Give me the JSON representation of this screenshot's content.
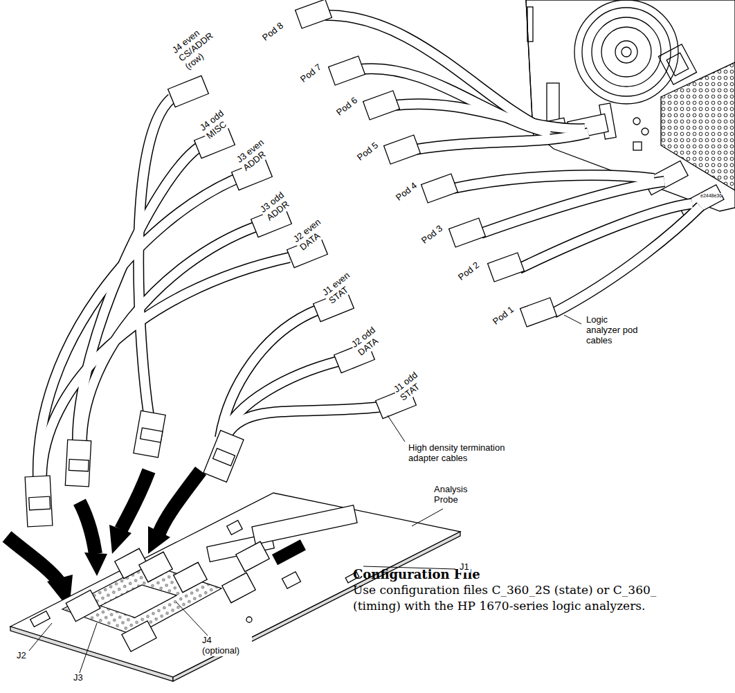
{
  "diagram": {
    "title": "Configuration File",
    "labels": [
      "Pod 8",
      "Pod 7",
      "Pod 6",
      "Pod 5",
      "Pod 4",
      "Pod 3",
      "Pod 2",
      "Pod 1",
      "J4 even CS/ADDR (row)",
      "J4 odd MISC",
      "J3 even ADDR",
      "J3 odd ADDR",
      "J2 even DATA",
      "J1 even STAT",
      "J2 odd DATA",
      "J1 odd STAT",
      "Logic analyzer pod cables",
      "High density termination adapter cables",
      "Analysis Probe",
      "J1",
      "J2",
      "J3",
      "J4 (optional)",
      "e2448e36",
      "Use configuration files C_360_2S (state) or C_360_",
      "(timing) with the HP 1670-series logic analyzers."
    ]
  }
}
